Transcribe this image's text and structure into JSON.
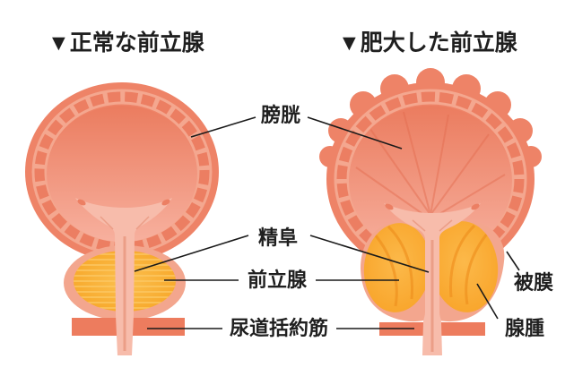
{
  "diagram": {
    "title_left": "▼正常な前立腺",
    "title_right": "▼肥大した前立腺",
    "labels": {
      "bladder": "膀胱",
      "seminal_colliculus": "精阜",
      "prostate": "前立腺",
      "urethral_sphincter": "尿道括約筋",
      "capsule": "被膜",
      "adenoma": "腺腫"
    },
    "palette": {
      "background": "#ffffff",
      "body_salmon": "#ee8367",
      "wall_mortar_light": "#f4a78f",
      "wall_stone_dark": "#ec7e62",
      "inner_top": "#eb7c5f",
      "inner_bottom": "#f7b09e",
      "funnel_pink": "#f7bcab",
      "urethra_crease": "#eb9e87",
      "prostate_capsule": "#f3a68e",
      "gland_orange": "#f6a01e",
      "gland_stripe": "#fcc763",
      "adenoma_line": "#ef8f1e",
      "sphincter_coral": "#ed7c5e",
      "leader_line": "#1a1a1a"
    }
  }
}
